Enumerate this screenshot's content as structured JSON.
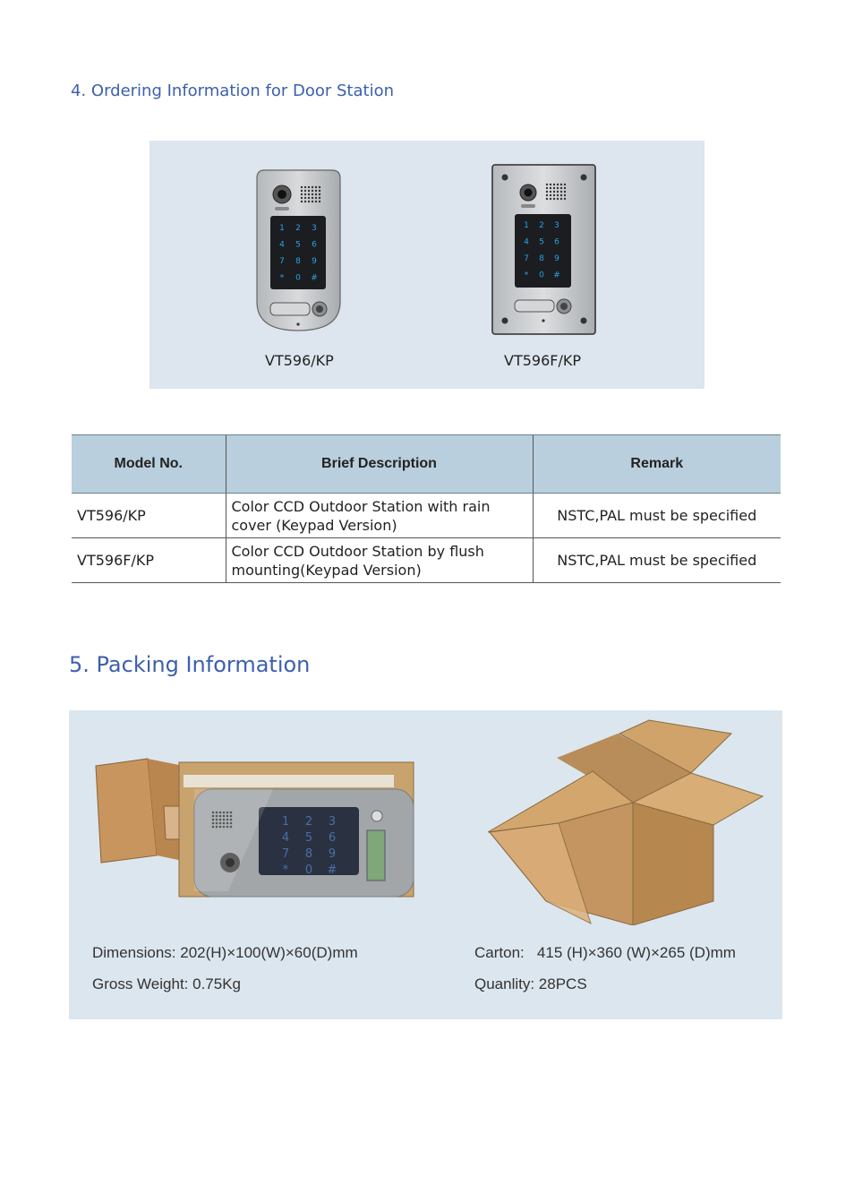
{
  "section4": {
    "title": "4. Ordering Information for Door Station"
  },
  "products": [
    {
      "caption": "VT596/KP"
    },
    {
      "caption": "VT596F/KP"
    }
  ],
  "keypad": {
    "keys": [
      "1",
      "2",
      "3",
      "4",
      "5",
      "6",
      "7",
      "8",
      "9",
      "*",
      "0",
      "#"
    ]
  },
  "table": {
    "headers": [
      "Model No.",
      "Brief Description",
      "Remark"
    ],
    "rows": [
      {
        "model": "VT596/KP",
        "description_line1": "Color CCD Outdoor Station with rain",
        "description_line2": "cover (Keypad Version)",
        "remark": "NSTC,PAL must be specified"
      },
      {
        "model": "VT596F/KP",
        "description_line1": "Color CCD Outdoor Station by flush",
        "description_line2": "mounting(Keypad Version)",
        "remark": "NSTC,PAL must be specified"
      }
    ]
  },
  "section5": {
    "title": "5. Packing Information"
  },
  "packing": {
    "dimensions": "Dimensions: 202(H)×100(W)×60(D)mm",
    "gross_weight": "Gross Weight: 0.75Kg",
    "carton": "Carton:   415 (H)×360 (W)×265 (D)mm",
    "quantity": "Quanlity: 28PCS"
  },
  "colors": {
    "heading": "#3d5fae",
    "panel": "#dde6ee",
    "table_header": "#b9cfdd",
    "keypad_glow": "#2aa3e6"
  }
}
